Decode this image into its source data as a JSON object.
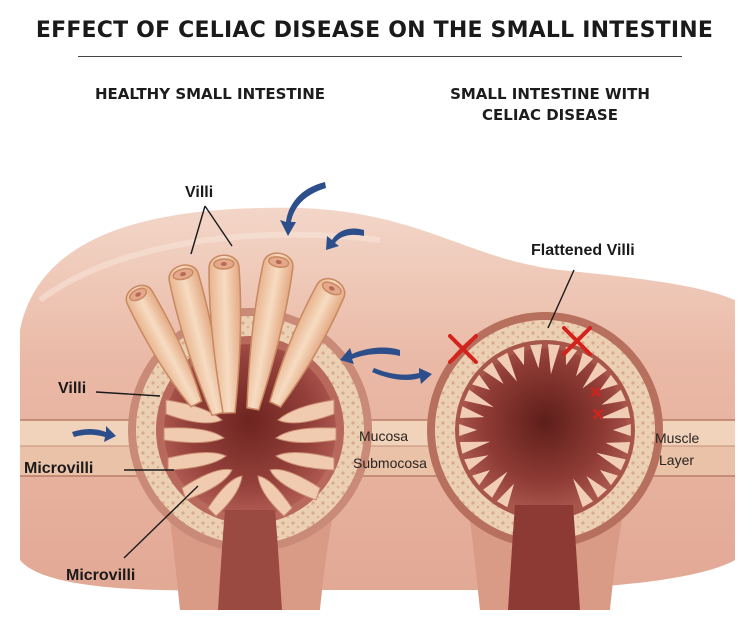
{
  "title": "EFFECT OF CELIAC DISEASE ON THE SMALL INTESTINE",
  "subtitles": {
    "left": "HEALTHY SMALL INTESTINE",
    "right_line1": "SMALL INTESTINE WITH",
    "right_line2": "CELIAC DISEASE"
  },
  "labels": {
    "villi_top": "Villi",
    "villi_left": "Villi",
    "microvilli_left": "Microvilli",
    "microvilli_bottom": "Microvilli",
    "mucosa": "Mucosa",
    "submucosa": "Submocosa",
    "flattened_villi": "Flattened Villi",
    "muscle_line1": "Muscle",
    "muscle_line2": "Layer"
  },
  "icons": [
    "blue-flow-arrow",
    "red-x-mark"
  ],
  "colors": {
    "tissue_pink": "#e9b8a4",
    "wall_tan": "#e8c4a6",
    "lumen_dark": "#8a3a32",
    "villi": "#f0c9a8",
    "arrow_blue": "#2c4f8c",
    "x_red": "#d4221c"
  }
}
